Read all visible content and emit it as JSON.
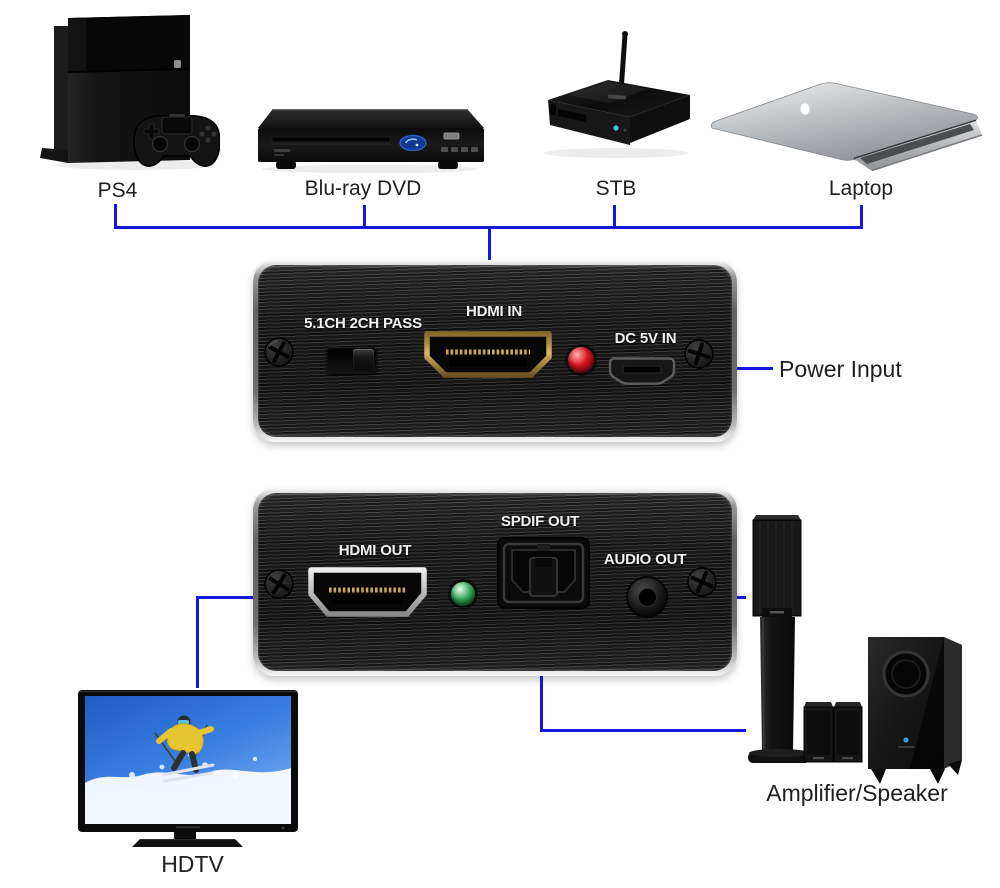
{
  "sources": [
    {
      "name": "ps4",
      "label": "PS4"
    },
    {
      "name": "bluray",
      "label": "Blu-ray DVD"
    },
    {
      "name": "stb",
      "label": "STB"
    },
    {
      "name": "laptop",
      "label": "Laptop"
    }
  ],
  "extractor": {
    "front": {
      "switch_label": "5.1CH 2CH PASS",
      "hdmi_in_label": "HDMI IN",
      "dc_in_label": "DC 5V IN"
    },
    "rear": {
      "hdmi_out_label": "HDMI OUT",
      "spdif_out_label": "SPDIF OUT",
      "audio_out_label": "AUDIO OUT"
    }
  },
  "annotations": {
    "power_input": "Power Input"
  },
  "sinks": {
    "tv_label": "HDTV",
    "speakers_label": "Amplifier/Speaker"
  },
  "colors": {
    "connector_line": "#1717DC",
    "label_text": "#1f1f1f",
    "led_red": "#D2101E",
    "led_green": "#2FA254"
  }
}
